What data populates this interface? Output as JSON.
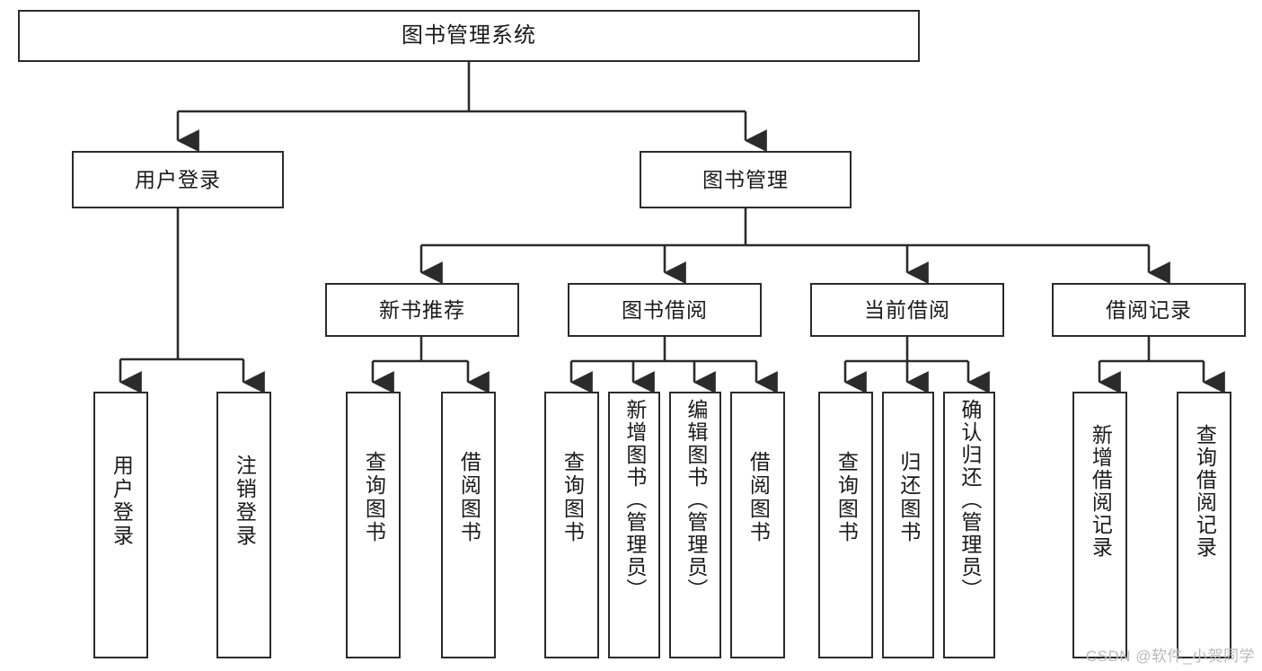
{
  "diagram": {
    "title": "图书管理系统",
    "type": "tree-hierarchy-chart",
    "watermark": "CSDN @软件_小贺同学",
    "colors": {
      "box_border": "#2b2b2b",
      "box_fill": "#ffffff",
      "connector": "#2b2b2b",
      "text": "#1a1a1a",
      "watermark": "#b9b9b9"
    },
    "root": {
      "label": "图书管理系统"
    },
    "level2": [
      {
        "label": "用户登录"
      },
      {
        "label": "图书管理"
      }
    ],
    "level3": [
      {
        "label": "新书推荐"
      },
      {
        "label": "图书借阅"
      },
      {
        "label": "当前借阅"
      },
      {
        "label": "借阅记录"
      }
    ],
    "leaves": {
      "user_login": [
        {
          "label": "用户登录"
        },
        {
          "label": "注销登录"
        }
      ],
      "new_book_recommend": [
        {
          "label": "查询图书"
        },
        {
          "label": "借阅图书"
        }
      ],
      "book_borrow": [
        {
          "label": "查询图书"
        },
        {
          "label": "新增图书（管理员）"
        },
        {
          "label": "编辑图书（管理员）"
        },
        {
          "label": "借阅图书"
        }
      ],
      "current_borrow": [
        {
          "label": "查询图书"
        },
        {
          "label": "归还图书"
        },
        {
          "label": "确认归还（管理员）"
        }
      ],
      "borrow_record": [
        {
          "label": "新增借阅记录"
        },
        {
          "label": "查询借阅记录"
        }
      ]
    }
  }
}
